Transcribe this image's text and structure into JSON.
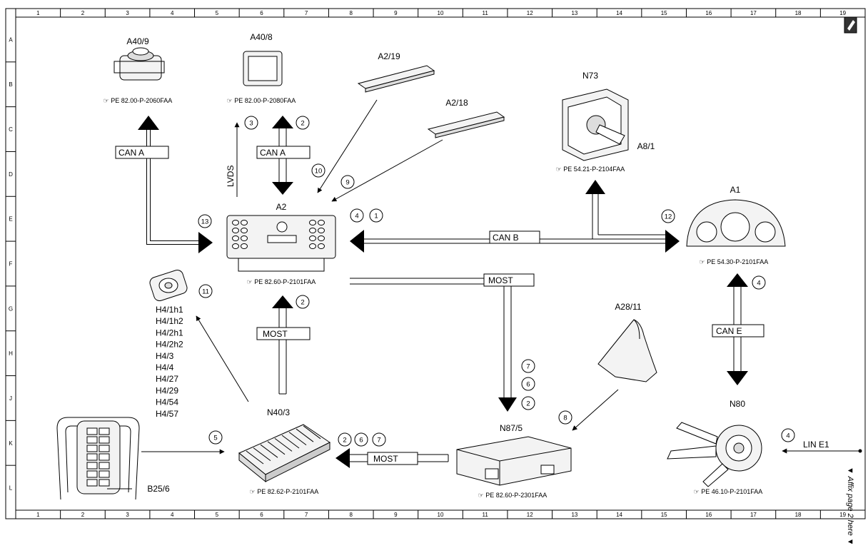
{
  "grid": {
    "columns": [
      "1",
      "2",
      "3",
      "4",
      "5",
      "6",
      "7",
      "8",
      "9",
      "10",
      "11",
      "12",
      "13",
      "14",
      "15",
      "16",
      "17",
      "18",
      "19"
    ],
    "rows": [
      "A",
      "B",
      "C",
      "D",
      "E",
      "F",
      "G",
      "H",
      "J",
      "K",
      "L"
    ]
  },
  "components": {
    "a40_9": {
      "label": "A40/9",
      "ref": "PE 82.00-P-2060FAA"
    },
    "a40_8": {
      "label": "A40/8",
      "ref": "PE 82.00-P-2080FAA"
    },
    "a2_19": {
      "label": "A2/19"
    },
    "a2_18": {
      "label": "A2/18"
    },
    "n73": {
      "label": "N73",
      "sublabel": "A8/1",
      "ref": "PE 54.21-P-2104FAA"
    },
    "a2": {
      "label": "A2",
      "ref": "PE 82.60-P-2101FAA"
    },
    "a1": {
      "label": "A1",
      "ref": "PE 54.30-P-2101FAA"
    },
    "a28_11": {
      "label": "A28/11"
    },
    "n80": {
      "label": "N80",
      "ref": "PE 46.10-P-2101FAA"
    },
    "n87_5": {
      "label": "N87/5",
      "ref": "PE 82.60-P-2301FAA"
    },
    "n40_3": {
      "label": "N40/3",
      "ref": "PE 82.62-P-2101FAA"
    },
    "b25_6": {
      "label": "B25/6"
    },
    "speakers": {
      "labels": [
        "H4/1h1",
        "H4/1h2",
        "H4/2h1",
        "H4/2h2",
        "H4/3",
        "H4/4",
        "H4/27",
        "H4/29",
        "H4/54",
        "H4/57"
      ]
    }
  },
  "buses": {
    "can_a_left": "CAN A",
    "can_a_mid": "CAN A",
    "lvds": "LVDS",
    "can_b": "CAN B",
    "most_h": "MOST",
    "most_v": "MOST",
    "most_low": "MOST",
    "can_e": "CAN E",
    "lin_e1": "LIN E1"
  },
  "numbers": {
    "n3": "3",
    "n2_top": "2",
    "n10": "10",
    "n9": "9",
    "n13": "13",
    "n4_a2": "4",
    "n1_a2": "1",
    "n12": "12",
    "n4_a1": "4",
    "n2_mid": "2",
    "n11": "11",
    "n7_v": "7",
    "n6_v": "6",
    "n2_v": "2",
    "n8": "8",
    "n5": "5",
    "n2_low": "2",
    "n6_low": "6",
    "n7_low": "7",
    "n4_lin": "4"
  },
  "side_note": "▼ Affix page 2 here ▼"
}
